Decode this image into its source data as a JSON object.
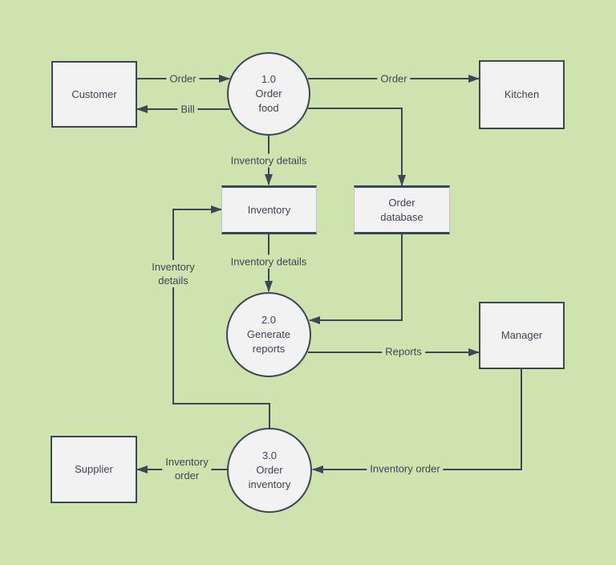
{
  "diagram": {
    "type": "data-flow-diagram",
    "colors": {
      "background": "#cfe3ae",
      "node_fill": "#f2f2f2",
      "stroke": "#3d4657",
      "text": "#3f4557"
    },
    "nodes": {
      "customer": {
        "label": "Customer",
        "kind": "external-entity"
      },
      "kitchen": {
        "label": "Kitchen",
        "kind": "external-entity"
      },
      "manager": {
        "label": "Manager",
        "kind": "external-entity"
      },
      "supplier": {
        "label": "Supplier",
        "kind": "external-entity"
      },
      "inventory": {
        "label": "Inventory",
        "kind": "data-store"
      },
      "order_database": {
        "label": "Order\ndatabase",
        "kind": "data-store"
      },
      "process_order_food": {
        "label": "1.0\nOrder\nfood",
        "kind": "process"
      },
      "process_generate_reports": {
        "label": "2.0\nGenerate\nreports",
        "kind": "process"
      },
      "process_order_inventory": {
        "label": "3.0\nOrder\ninventory",
        "kind": "process"
      }
    },
    "edge_labels": {
      "customer_to_p1": "Order",
      "p1_to_customer": "Bill",
      "p1_to_kitchen": "Order",
      "p1_to_inventory": "Inventory details",
      "inventory_to_p2": "Inventory details",
      "p3_to_inventory": "Inventory\ndetails",
      "p2_to_manager": "Reports",
      "manager_to_p3": "Inventory order",
      "p3_to_supplier": "Inventory\norder"
    }
  }
}
